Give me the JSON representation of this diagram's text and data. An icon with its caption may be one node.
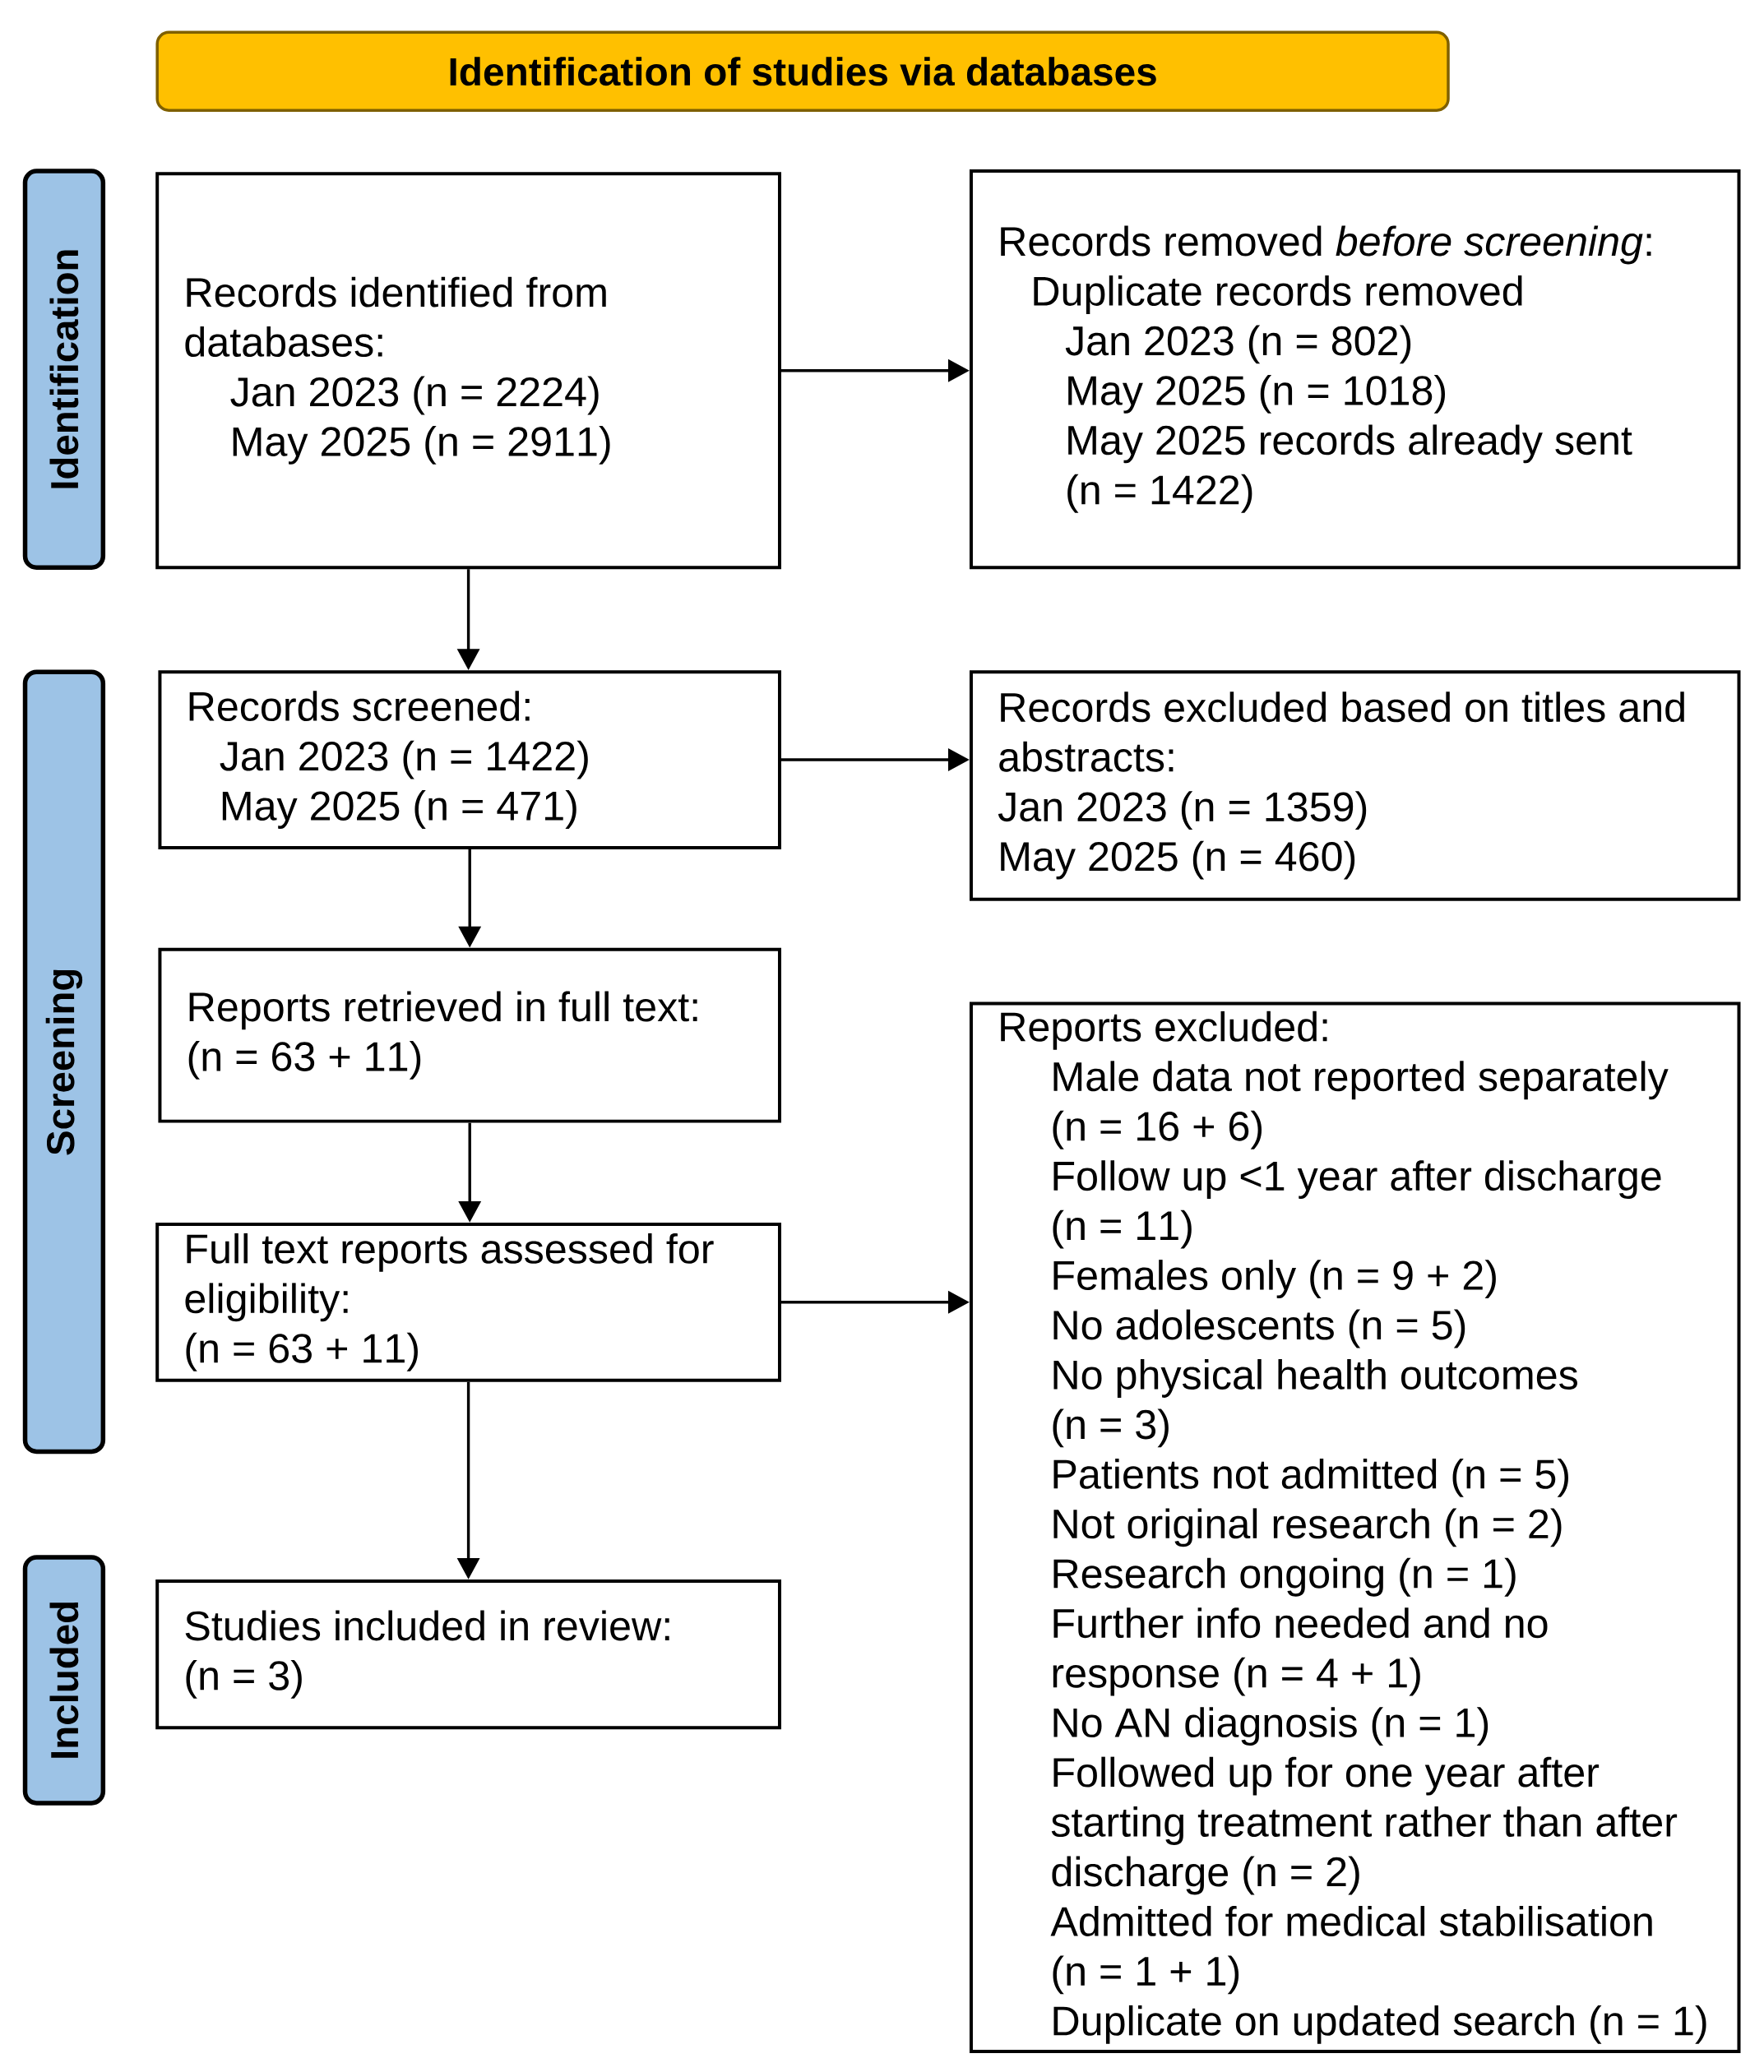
{
  "diagram": {
    "nodes": [
      {
        "text": [
          "Identification of studies via databases"
        ]
      },
      {
        "text": [
          "Identification"
        ]
      },
      {
        "text": [
          "Screening"
        ]
      },
      {
        "text": [
          "Included"
        ]
      },
      {
        "text": [
          "Records identified from databases:",
          "Jan 2023 (n = 2224)",
          "May 2025 (n = 2911)"
        ]
      },
      {
        "text": [
          "Records removed *before screening*:",
          "Duplicate records removed",
          "Jan 2023 (n = 802)",
          "May 2025 (n = 1018)",
          "May 2025 records already sent (n = 1422)"
        ]
      },
      {
        "text": [
          "Records screened:",
          "Jan 2023 (n = 1422)",
          "May 2025 (n = 471)"
        ]
      },
      {
        "text": [
          "Records excluded based on titles and abstracts:",
          "Jan 2023 (n = 1359)",
          "May 2025 (n = 460)"
        ]
      },
      {
        "text": [
          "Reports retrieved in full text:",
          "(n = 63 + 11)"
        ]
      },
      {
        "text": [
          "Full text reports assessed for eligibility:",
          "(n = 63 + 11)"
        ]
      },
      {
        "text": [
          "Reports excluded:",
          "Male data not reported separately (n = 16 + 6)",
          "Follow up <1 year after discharge (n = 11)",
          "Females only (n = 9 + 2)",
          "No adolescents (n = 5)",
          "No physical health outcomes (n = 3)",
          "Patients not admitted (n = 5)",
          "Not original research (n = 2)",
          "Research ongoing (n = 1)",
          "Further info needed and no response (n = 4 + 1)",
          "No AN diagnosis (n = 1)",
          "Followed up for one year after starting treatment rather than after discharge (n = 2)",
          "Admitted for medical stabilisation (n = 1 + 1)",
          "Duplicate on updated search (n = 1)"
        ]
      },
      {
        "text": [
          "Studies included in review:",
          "(n = 3)"
        ]
      }
    ],
    "edges": [
      {
        "from": 4,
        "to": 5,
        "arrow": "to"
      },
      {
        "from": 4,
        "to": 6,
        "arrow": "to"
      },
      {
        "from": 6,
        "to": 7,
        "arrow": "to"
      },
      {
        "from": 6,
        "to": 8,
        "arrow": "to"
      },
      {
        "from": 8,
        "to": 9,
        "arrow": "to"
      },
      {
        "from": 9,
        "to": 10,
        "arrow": "to"
      },
      {
        "from": 9,
        "to": 11,
        "arrow": "to"
      }
    ]
  }
}
